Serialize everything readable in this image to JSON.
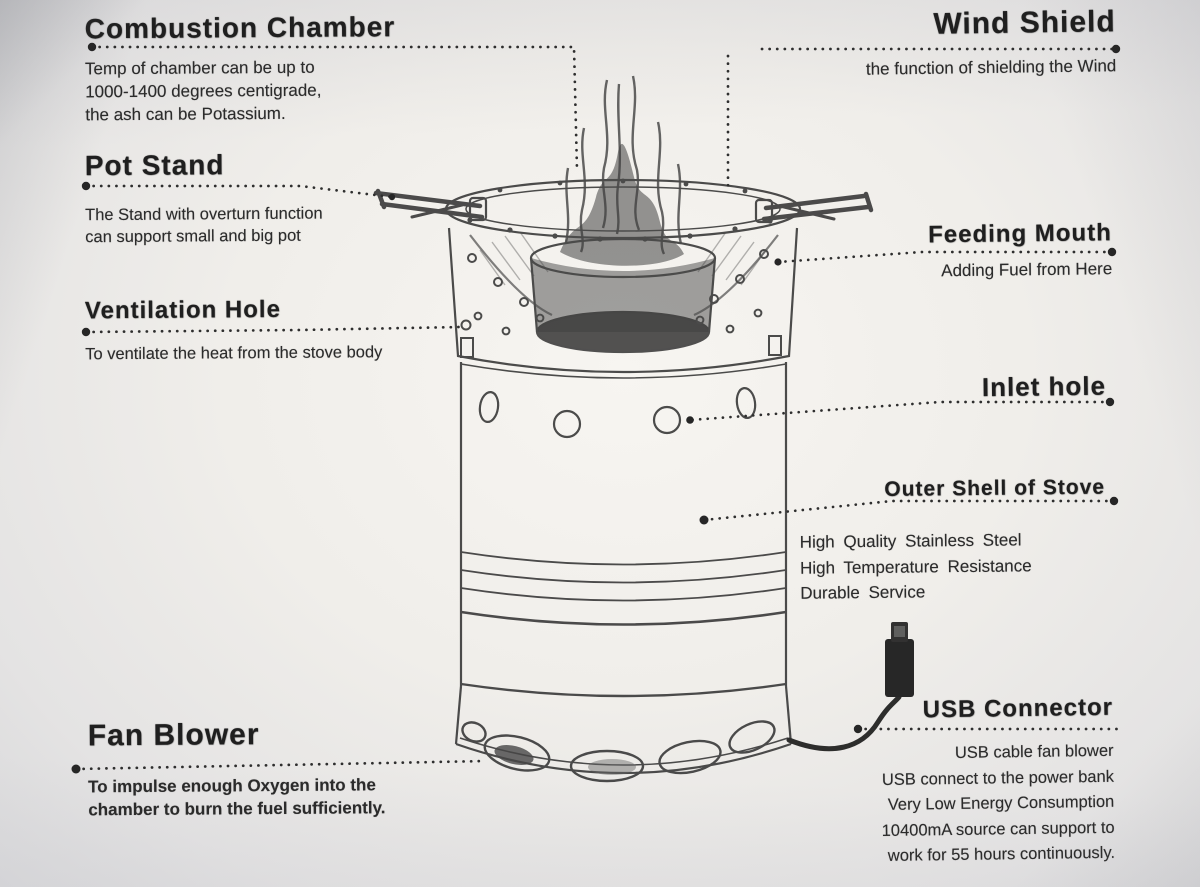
{
  "colors": {
    "ink": "#2a2a2a",
    "paper": "#edebe7"
  },
  "labels": {
    "combustion_chamber": {
      "title": "Combustion Chamber",
      "desc": "Temp of chamber can be up to\n1000-1400 degrees centigrade,\nthe ash can be Potassium."
    },
    "wind_shield": {
      "title": "Wind Shield",
      "desc": "the function of shielding the Wind"
    },
    "pot_stand": {
      "title": "Pot Stand",
      "desc": "The Stand with overturn function\ncan support small and big pot"
    },
    "ventilation_hole": {
      "title": "Ventilation Hole",
      "desc": "To ventilate the heat from the stove body"
    },
    "feeding_mouth": {
      "title": "Feeding Mouth",
      "desc": "Adding Fuel from Here"
    },
    "inlet_hole": {
      "title": "Inlet hole"
    },
    "outer_shell": {
      "title": "Outer Shell of Stove",
      "desc": "High Quality Stainless Steel\nHigh Temperature Resistance\nDurable Service"
    },
    "fan_blower": {
      "title": "Fan Blower",
      "desc": "To impulse enough Oxygen into the\nchamber to burn the fuel sufficiently."
    },
    "usb_connector": {
      "title": "USB Connector",
      "desc": "USB cable fan blower\nUSB connect to the power bank\nVery Low Energy Consumption\n10400mA source can support to\nwork for 55 hours continuously."
    }
  }
}
